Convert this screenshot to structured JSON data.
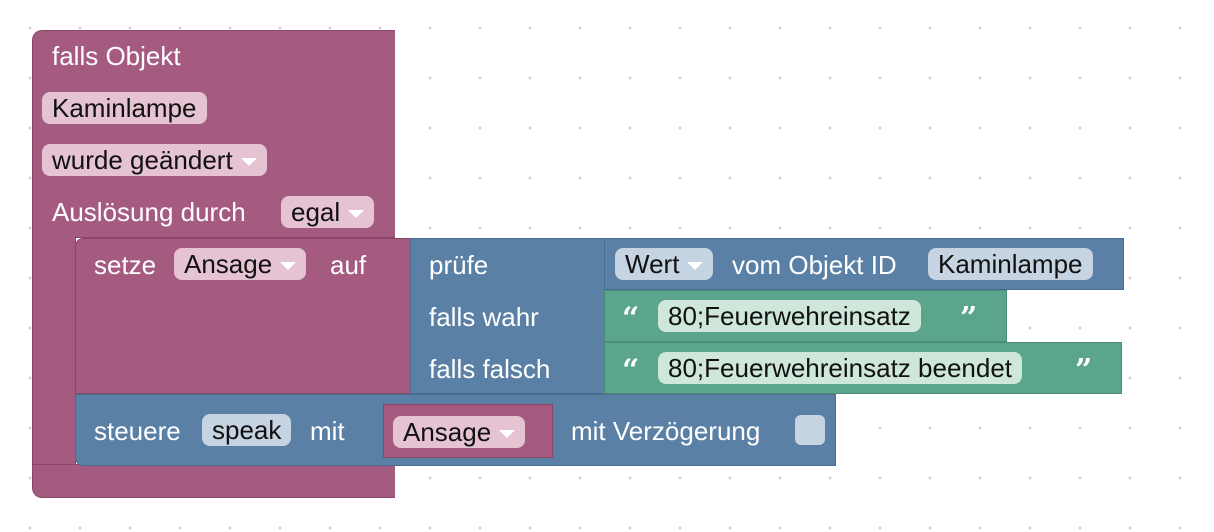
{
  "trigger_block": {
    "title": "falls Objekt",
    "object_id": "Kaminlampe",
    "condition": "wurde geändert",
    "trigger_label": "Auslösung durch",
    "trigger_value": "egal"
  },
  "set_block": {
    "label": "setze",
    "variable": "Ansage",
    "to_label": "auf"
  },
  "ternary_block": {
    "check_label": "prüfe",
    "true_label": "falls wahr",
    "false_label": "falls falsch"
  },
  "get_value_block": {
    "attribute": "Wert",
    "from_label": "vom Objekt ID",
    "object_id": "Kaminlampe"
  },
  "text_true": {
    "value": "80;Feuerwehreinsatz"
  },
  "text_false": {
    "value": "80;Feuerwehreinsatz beendet"
  },
  "control_block": {
    "label": "steuere",
    "target": "speak",
    "with_label": "mit",
    "variable": "Ansage",
    "delay_label": "mit Verzögerung"
  },
  "colors": {
    "event_block": "#a55b80",
    "logic_block": "#5b80a5",
    "text_block": "#5ba58c"
  }
}
